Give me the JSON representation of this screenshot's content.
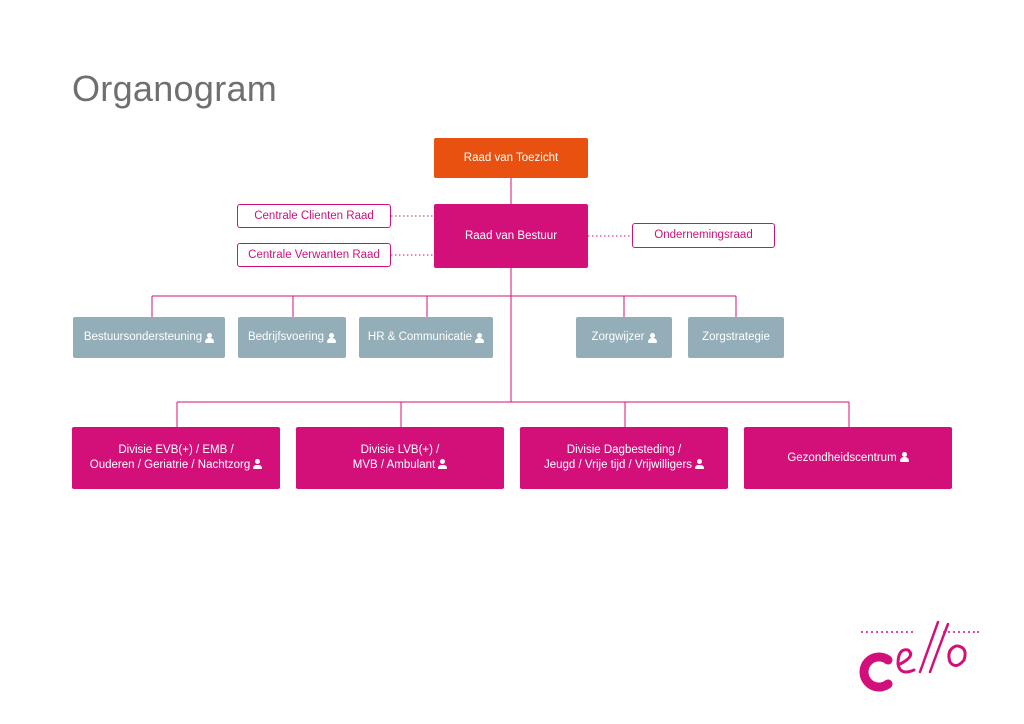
{
  "title": "Organogram",
  "nodes": {
    "raad_van_toezicht": "Raad van Toezicht",
    "raad_van_bestuur": "Raad van Bestuur",
    "centrale_clienten_raad": "Centrale Clienten Raad",
    "centrale_verwanten_raad": "Centrale Verwanten Raad",
    "ondernemingsraad": "Ondernemingsraad"
  },
  "staff": [
    {
      "label": "Bestuursondersteuning",
      "icon": "person-icon"
    },
    {
      "label": "Bedrijfsvoering",
      "icon": "person-icon"
    },
    {
      "label": "HR & Communicatie",
      "icon": "person-icon"
    },
    {
      "label": "Zorgwijzer",
      "icon": "person-icon"
    },
    {
      "label": "Zorgstrategie",
      "icon": ""
    }
  ],
  "divisions": [
    {
      "line1": "Divisie EVB(+) / EMB /",
      "line2": "Ouderen / Geriatrie / Nachtzorg",
      "icon": "person-icon"
    },
    {
      "line1": "Divisie LVB(+) /",
      "line2": "MVB / Ambulant",
      "icon": "person-icon"
    },
    {
      "line1": "Divisie Dagbesteding /",
      "line2": "Jeugd / Vrije tijd / Vrijwilligers",
      "icon": "person-icon"
    },
    {
      "line1": "Gezondheidscentrum",
      "line2": "",
      "icon": "person-icon"
    }
  ],
  "logo": {
    "text": "cello",
    "color": "#d3107a"
  },
  "colors": {
    "orange": "#e85110",
    "magenta": "#d3107a",
    "grey": "#93aeb8",
    "title": "#6f6f6f"
  }
}
